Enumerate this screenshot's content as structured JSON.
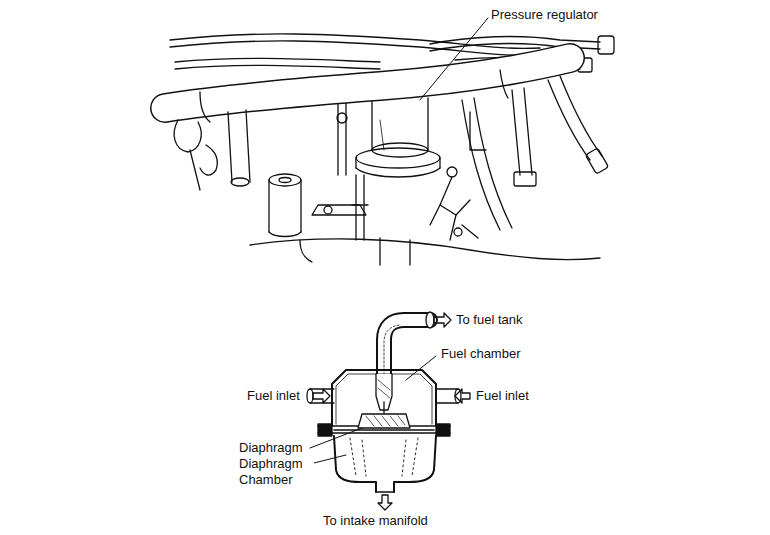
{
  "diagram": {
    "labels": [
      "Pressure regulator",
      "To fuel tank",
      "Fuel chamber",
      "Fuel inlet",
      "Fuel inlet",
      "Diaphragm",
      "Diaphragm Chamber",
      "To intake manifold"
    ]
  }
}
